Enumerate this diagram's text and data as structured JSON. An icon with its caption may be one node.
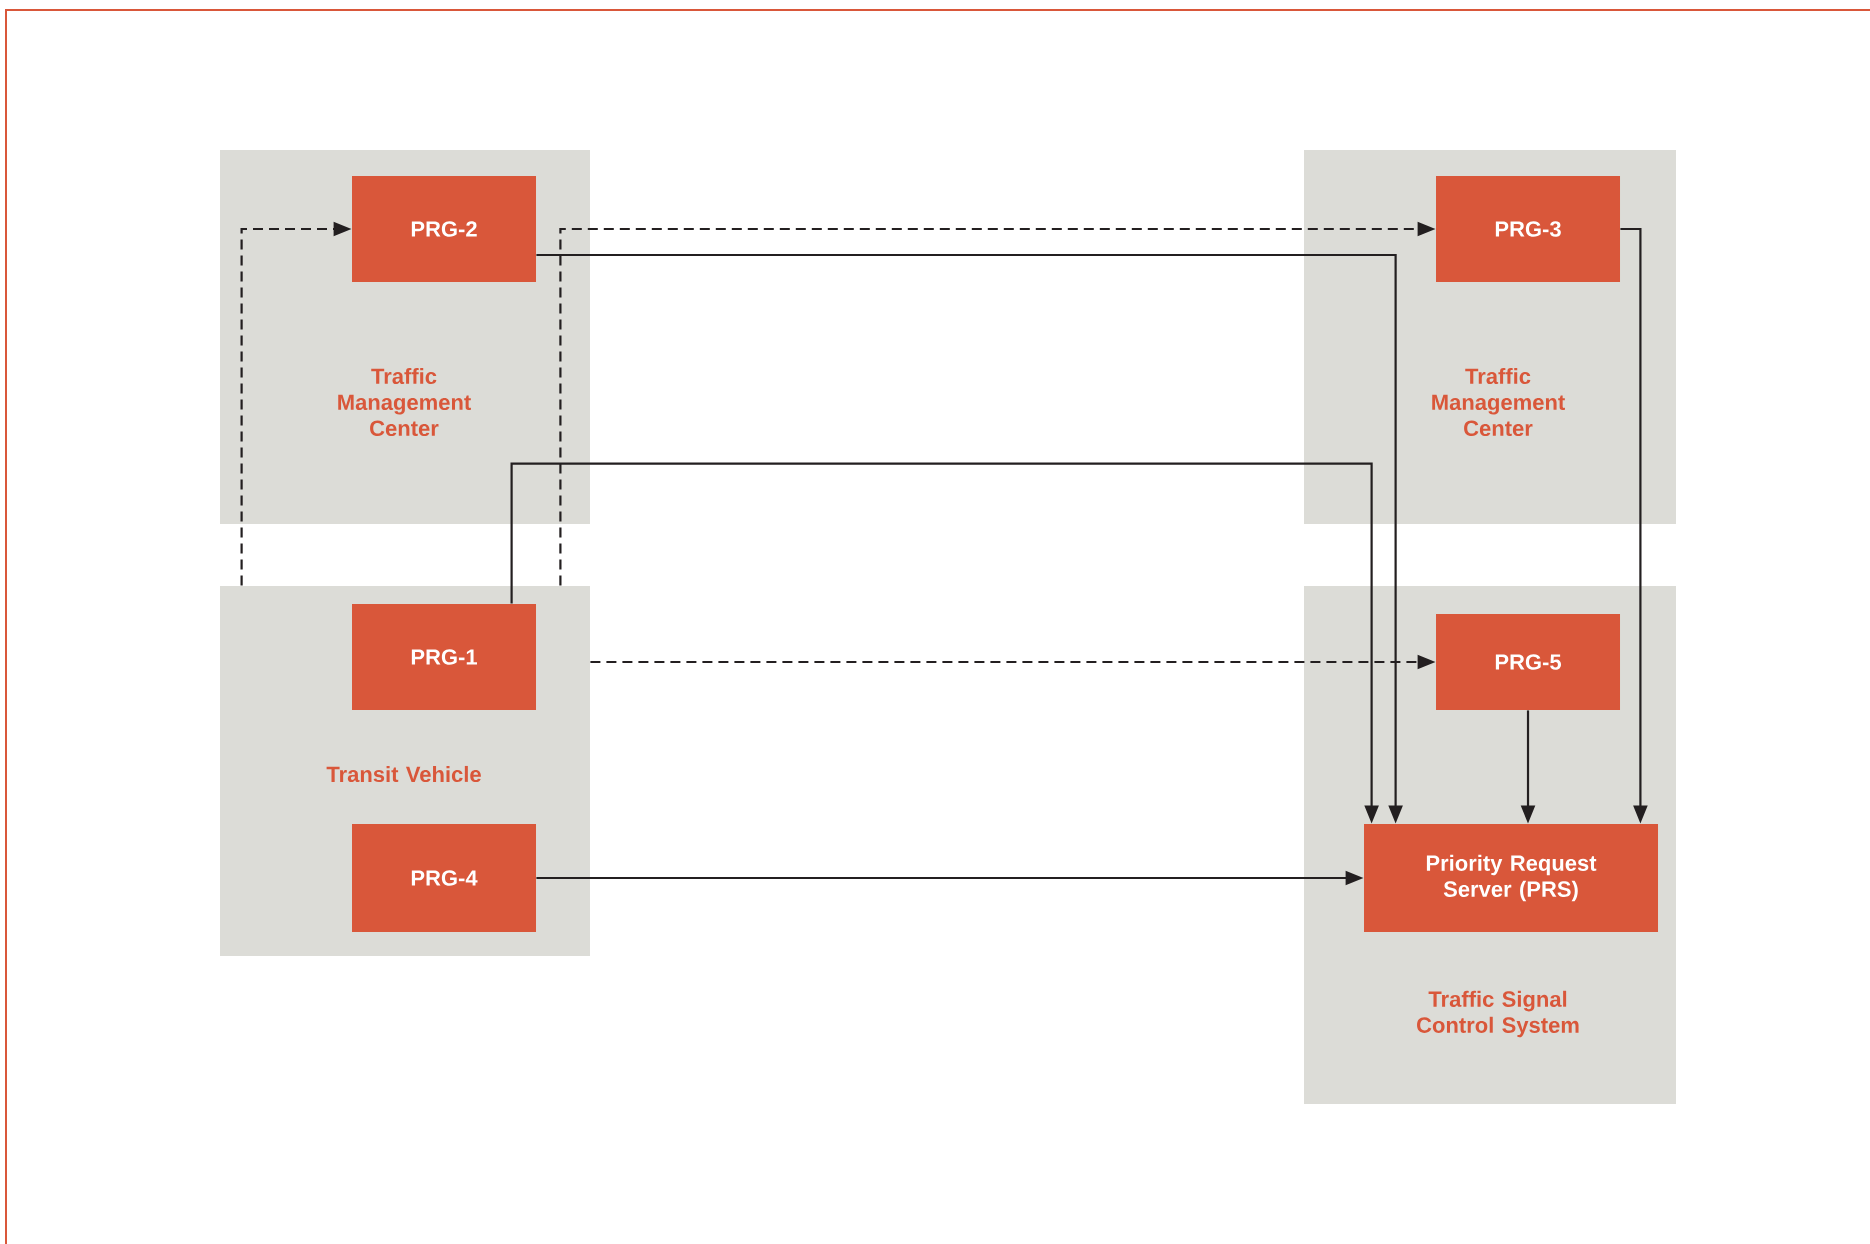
{
  "diagram": {
    "nodes": [
      {
        "text": [
          "Traffic Management Center"
        ]
      },
      {
        "text": [
          "PRG-2"
        ],
        "in": 0
      },
      {
        "text": [
          "Traffic Management Center"
        ]
      },
      {
        "text": [
          "PRG-3"
        ],
        "in": 2
      },
      {
        "text": [
          "Transit Vehicle"
        ]
      },
      {
        "text": [
          "PRG-1"
        ],
        "in": 4
      },
      {
        "text": [
          "PRG-4"
        ],
        "in": 4
      },
      {
        "text": [
          "Traffic Signal Control System"
        ]
      },
      {
        "text": [
          "PRG-5"
        ],
        "in": 7
      },
      {
        "text": [
          "Priority Request Server (PRS)"
        ],
        "in": 7
      }
    ],
    "edges": [
      {
        "from": 4,
        "to": 1,
        "arrow": "to",
        "style": "dashed"
      },
      {
        "from": 4,
        "to": 3,
        "arrow": "to",
        "style": "dashed"
      },
      {
        "from": 1,
        "to": 9,
        "arrow": "to"
      },
      {
        "from": 5,
        "to": 9,
        "arrow": "to"
      },
      {
        "from": 4,
        "to": 8,
        "arrow": "to",
        "style": "dashed"
      },
      {
        "from": 3,
        "to": 9,
        "arrow": "to"
      },
      {
        "from": 8,
        "to": 9,
        "arrow": "to"
      },
      {
        "from": 6,
        "to": 9,
        "arrow": "to"
      }
    ]
  }
}
